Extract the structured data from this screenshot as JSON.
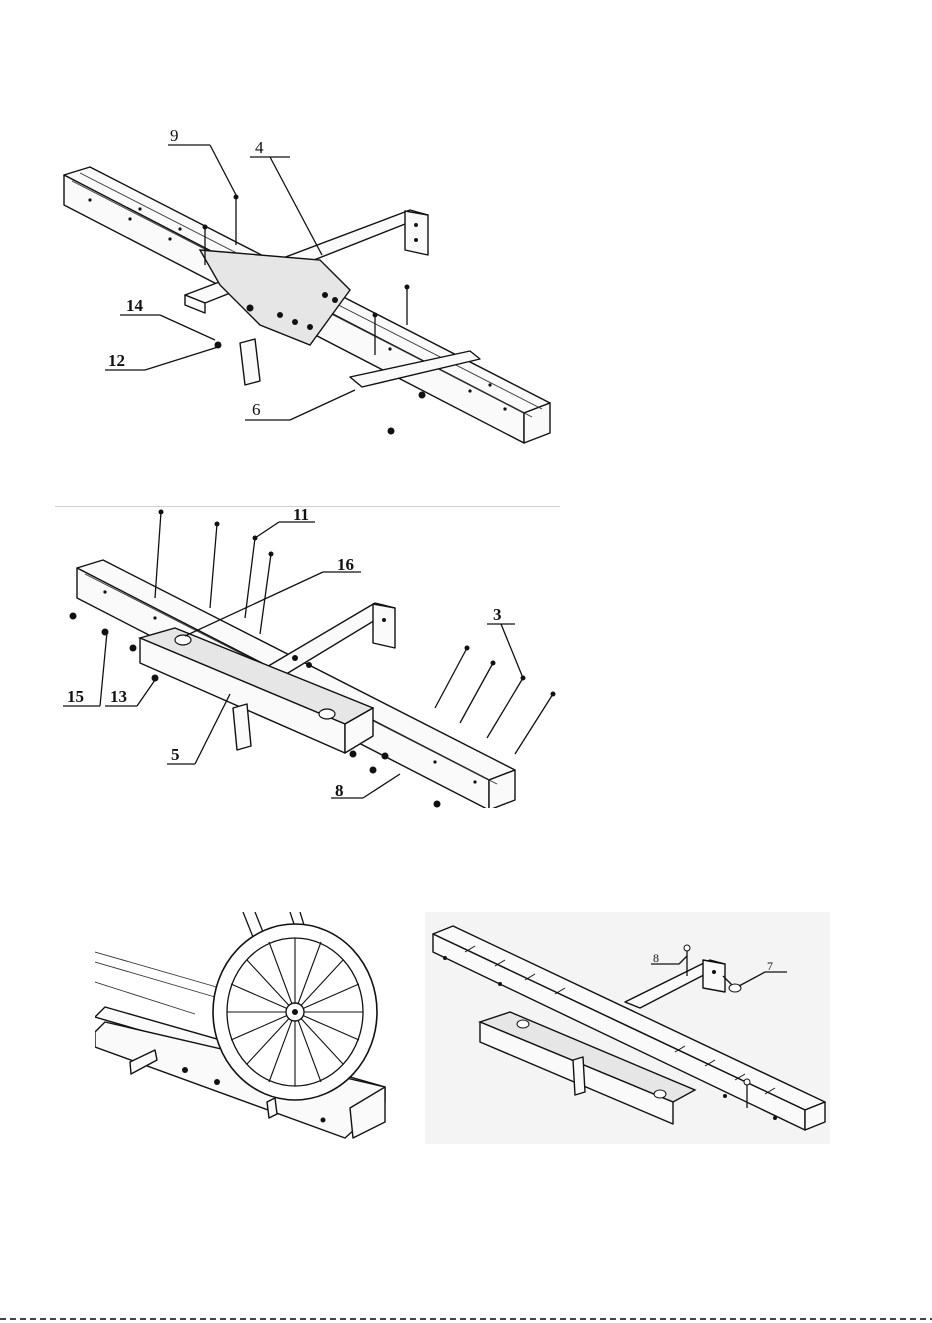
{
  "figure1": {
    "callouts": [
      "9",
      "4",
      "14",
      "12",
      "6"
    ]
  },
  "figure2": {
    "callouts": [
      "11",
      "16",
      "3",
      "15",
      "13",
      "5",
      "8"
    ]
  },
  "figure4": {
    "callouts": [
      "8",
      "7"
    ]
  }
}
